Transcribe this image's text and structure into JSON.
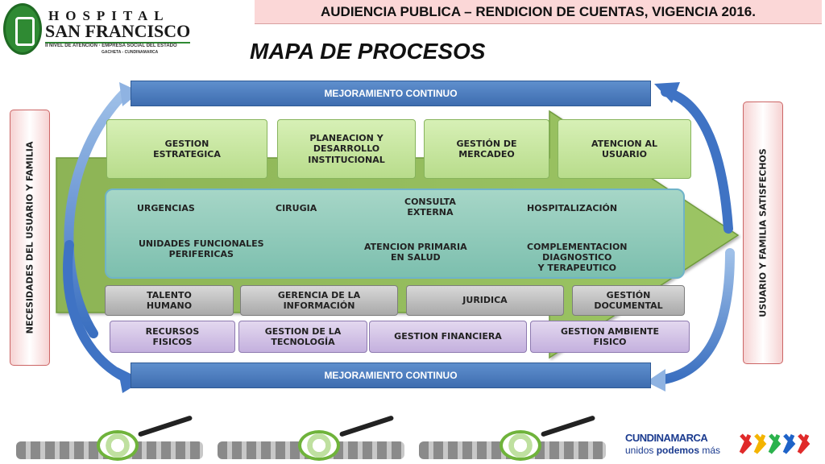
{
  "header": {
    "title": "AUDIENCIA PUBLICA – RENDICION DE CUENTAS, VIGENCIA 2016.",
    "page_title": "MAPA DE PROCESOS"
  },
  "logo": {
    "line1": "HOSPITAL",
    "line2": "SAN FRANCISCO",
    "line3": "II NIVEL DE ATENCIÓN · EMPRESA SOCIAL DEL ESTADO",
    "line4": "GACHETA - CUNDINAMARCA",
    "color": "#2f8a33"
  },
  "diagram": {
    "band_top": "MEJORAMIENTO CONTINUO",
    "band_bottom": "MEJORAMIENTO CONTINUO",
    "left_label": "NECESIDADES  DEL USUARIO Y FAMILIA",
    "right_label": "USUARIO Y FAMILIA SATISFECHOS",
    "strategic": [
      "GESTION\nESTRATEGICA",
      "PLANEACION Y\nDESARROLLO\nINSTITUCIONAL",
      "GESTIÓN DE\nMERCADEO",
      "ATENCION AL\nUSUARIO"
    ],
    "mission": {
      "urgencias": "URGENCIAS",
      "cirugia": "CIRUGIA",
      "consulta": "CONSULTA\nEXTERNA",
      "hospitalizacion": "HOSPITALIZACIÓN",
      "unidades": "UNIDADES FUNCIONALES\nPERIFERICAS",
      "atencion": "ATENCION PRIMARIA\nEN SALUD",
      "complementacion": "COMPLEMENTACION\nDIAGNOSTICO\nY TERAPEUTICO"
    },
    "support_row1": [
      "TALENTO\nHUMANO",
      "GERENCIA DE LA\nINFORMACIÓN",
      "JURIDICA",
      "GESTIÓN\nDOCUMENTAL"
    ],
    "support_row2": [
      "RECURSOS\nFISICOS",
      "GESTION DE LA\nTECNOLOGÍA",
      "GESTION FINANCIERA",
      "GESTION AMBIENTE\nFISICO"
    ]
  },
  "footer": {
    "brand": "CUNDINAMARCA",
    "slogan_regular": "unidos ",
    "slogan_bold": "podemos",
    "slogan_end": " más"
  }
}
